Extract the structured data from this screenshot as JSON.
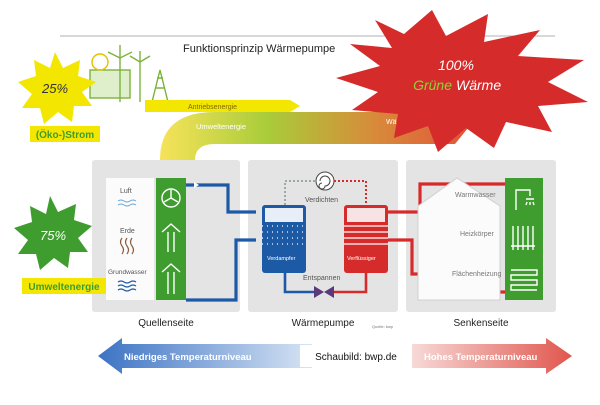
{
  "title": "Funktionsprinzip Wärmepumpe",
  "badges": {
    "strom_percent": "25%",
    "strom_label": "(Öko-)Strom",
    "umwelt_percent": "75%",
    "umwelt_label": "Umweltenergie",
    "green_heat_percent": "100%",
    "green_heat_word1": "Grüne",
    "green_heat_word2": "Wärme"
  },
  "flows": {
    "drive": "Antriebsenergie",
    "environment": "Umweltenergie",
    "heat": "Wärmeenergie"
  },
  "sources": {
    "items": [
      "Luft",
      "Erde",
      "Grundwasser"
    ],
    "section_label": "Quellenseite"
  },
  "heatpump": {
    "compressor": "Verdichten",
    "expansion": "Entspannen",
    "evaporator": "Verdampfer",
    "condenser": "Verflüssiger",
    "section_label": "Wärmepumpe",
    "small_note": "Quelle: bwp"
  },
  "sinks": {
    "items": [
      "Warmwasser",
      "Heizkörper",
      "Flächenheizung"
    ],
    "section_label": "Senkenseite"
  },
  "bottom": {
    "low": "Niedriges Temperaturniveau",
    "credit": "Schaubild: bwp.de",
    "high": "Hohes Temperaturniveau"
  },
  "colors": {
    "blue": "#1c5aa6",
    "red": "#d62b2b",
    "green": "#3f9d2f",
    "yellow": "#f3e600",
    "panel": "#e4e4e4"
  }
}
